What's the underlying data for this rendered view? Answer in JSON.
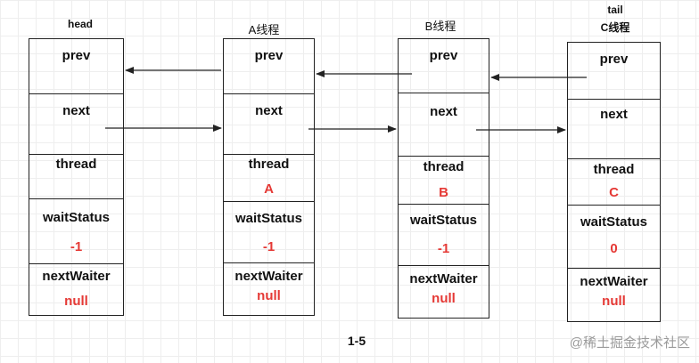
{
  "labels": {
    "head": "head",
    "a": "A线程",
    "b": "B线程",
    "tail": "tail",
    "c": "C线程"
  },
  "fields": {
    "prev": "prev",
    "next": "next",
    "thread": "thread",
    "waitStatus": "waitStatus",
    "nextWaiter": "nextWaiter"
  },
  "nodes": [
    {
      "thread": "",
      "waitStatus": "-1",
      "nextWaiter": "null"
    },
    {
      "thread": "A",
      "waitStatus": "-1",
      "nextWaiter": "null"
    },
    {
      "thread": "B",
      "waitStatus": "-1",
      "nextWaiter": "null"
    },
    {
      "thread": "C",
      "waitStatus": "0",
      "nextWaiter": "null"
    }
  ],
  "caption": "1-5",
  "watermark": "@稀土掘金技术社区",
  "colors": {
    "value_red": "#e53935",
    "line": "#222222"
  }
}
